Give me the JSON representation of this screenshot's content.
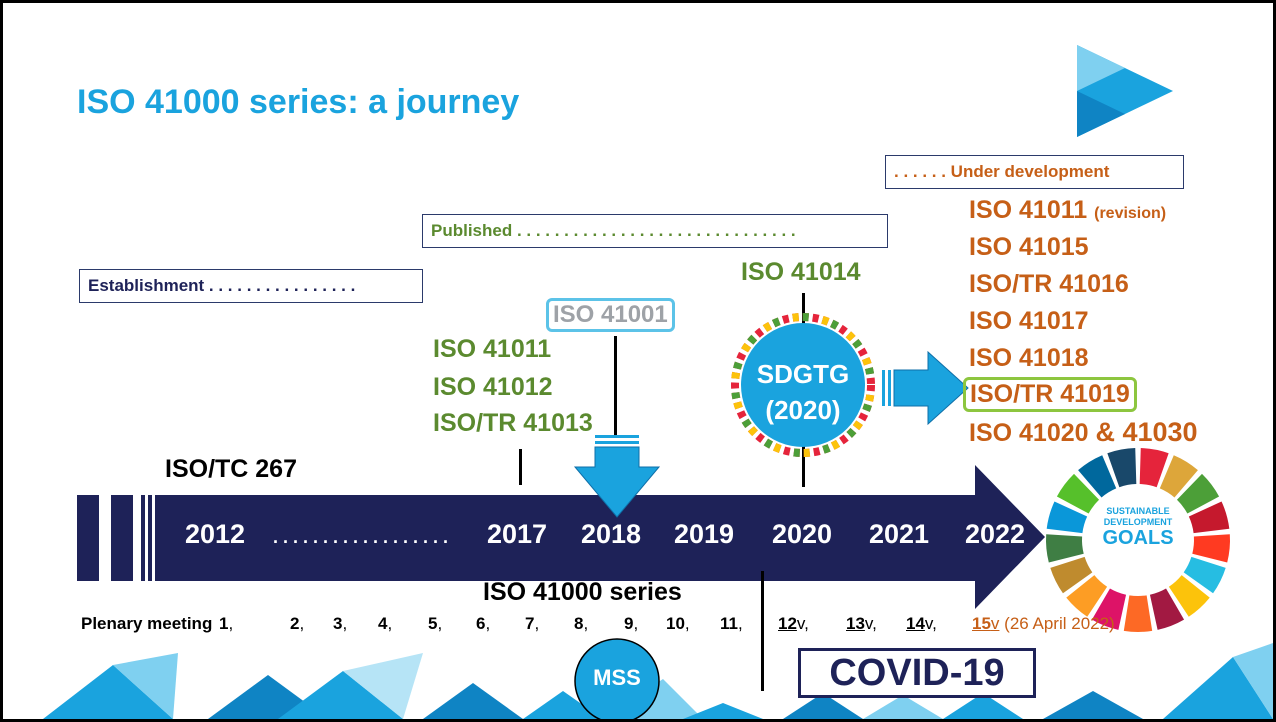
{
  "title": "ISO 41000 series: a journey",
  "establishment_label": "Establishment . . . . . . . . . . . . . . . .",
  "published_label": "Published . . . . . . . . . . . . . . . . . . . . . . . . . . . . . .",
  "under_development_label": ". . . . . .  Under development",
  "tc_label": "ISO/TC 267",
  "standards_2017": [
    "ISO 41011",
    "ISO 41012",
    "ISO/TR 41013"
  ],
  "iso_41001": "ISO 41001",
  "iso_41014": "ISO 41014",
  "sdgtg": {
    "line1": "SDGTG",
    "line2": "(2020)"
  },
  "under_dev_items": {
    "i0": "ISO 41011",
    "i0_suffix": "(revision)",
    "i1": "ISO 41015",
    "i2": "ISO/TR 41016",
    "i3": "ISO 41017",
    "i4": "ISO 41018",
    "i5": "ISO/TR 41019",
    "i6": "ISO 41020",
    "i6_suffix": "& 41030"
  },
  "timeline": {
    "y2012": "2012",
    "dots": ". . . . . . . . . . . . . . . . . .",
    "y2017": "2017",
    "y2018": "2018",
    "y2019": "2019",
    "y2020": "2020",
    "y2021": "2021",
    "y2022": "2022"
  },
  "series_label": "ISO 41000 series",
  "plenary": {
    "label": "Plenary meeting",
    "n1": "1",
    "n2": "2",
    "n3": "3",
    "n4": "4",
    "n5": "5",
    "n6": "6",
    "n7": "7",
    "n8": "8",
    "n9": "9",
    "n10": "10",
    "n11": "11",
    "n12": "12",
    "n13": "13",
    "n14": "14",
    "n15": "15",
    "virtual_suffix": "v",
    "comma": ",",
    "last_date": "(26 April 2022)"
  },
  "mss_label": "MSS",
  "covid_label": "COVID-19",
  "sdg_logo": {
    "line1": "SUSTAINABLE",
    "line2": "DEVELOPMENT",
    "line3": "GOALS"
  },
  "colors": {
    "accent_blue": "#1aa3de",
    "navy": "#1e2258",
    "green": "#5b8a2f",
    "orange": "#c65f17",
    "highlight_blue": "#5cc3e8",
    "highlight_green": "#8dc63f"
  }
}
